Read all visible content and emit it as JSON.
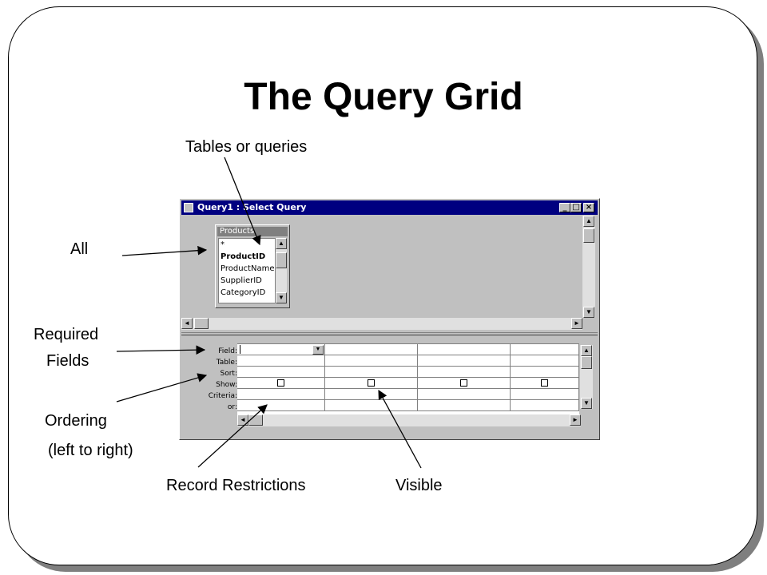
{
  "slide": {
    "title": "The Query Grid",
    "callouts": {
      "tables_or_queries": "Tables or queries",
      "all": "All",
      "required": "Required",
      "fields": "Fields",
      "ordering": "Ordering",
      "left_to_right": "(left to right)",
      "record_restrictions": "Record Restrictions",
      "visible": "Visible"
    }
  },
  "window": {
    "title": "Query1 : Select Query",
    "buttons": {
      "minimize": "_",
      "maximize": "□",
      "close": "×"
    }
  },
  "field_list": {
    "title": "Products",
    "items": [
      {
        "label": "*",
        "bold": false
      },
      {
        "label": "ProductID",
        "bold": true
      },
      {
        "label": "ProductName",
        "bold": false
      },
      {
        "label": "SupplierID",
        "bold": false
      },
      {
        "label": "CategoryID",
        "bold": false
      }
    ]
  },
  "grid": {
    "row_labels": [
      "Field:",
      "Table:",
      "Sort:",
      "Show:",
      "Criteria:",
      "or:"
    ],
    "columns": 4,
    "show_checked": [
      false,
      false,
      false,
      false
    ]
  },
  "icons": {
    "scroll_up": "▲",
    "scroll_down": "▼",
    "scroll_left": "◄",
    "scroll_right": "►",
    "dropdown": "▼"
  },
  "colors": {
    "title_bar": "#000080",
    "window_face": "#c0c0c0",
    "slide_shadow": "#7f7f7f"
  }
}
